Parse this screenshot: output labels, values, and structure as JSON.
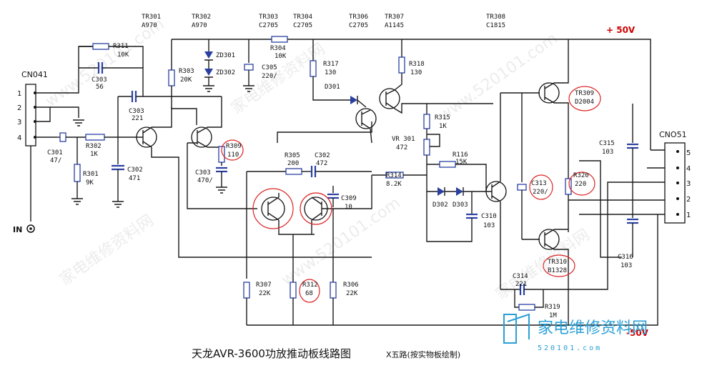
{
  "title": "天龙AVR-3600功放推动板线路图",
  "subtitle": "X五路(按实物板绘制)",
  "power": {
    "positive": "+ 50V",
    "negative": "-50V"
  },
  "connectors": {
    "cn041": {
      "name": "CN041",
      "pins": [
        "1",
        "2",
        "3",
        "4"
      ]
    },
    "cn051": {
      "name": "CNO51",
      "pins": [
        "5",
        "4",
        "3",
        "2",
        "1"
      ]
    }
  },
  "input_label": "IN",
  "transistors": [
    {
      "ref": "TR301",
      "part": "A970"
    },
    {
      "ref": "TR302",
      "part": "A970"
    },
    {
      "ref": "TR303",
      "part": "C2705"
    },
    {
      "ref": "TR304",
      "part": "C2705"
    },
    {
      "ref": "TR306",
      "part": "C2705"
    },
    {
      "ref": "TR307",
      "part": "A1145"
    },
    {
      "ref": "TR308",
      "part": "C1815"
    },
    {
      "ref": "TR309",
      "part": "D2004"
    },
    {
      "ref": "TR310",
      "part": "B1328"
    }
  ],
  "components": {
    "r311": {
      "ref": "R311",
      "val": "10K"
    },
    "c303a": {
      "ref": "C303",
      "val": "56"
    },
    "c303b": {
      "ref": "C303",
      "val": "221"
    },
    "c301": {
      "ref": "C301",
      "val": "47/"
    },
    "r302": {
      "ref": "R302",
      "val": "1K"
    },
    "r301": {
      "ref": "R301",
      "val": "9K"
    },
    "c302a": {
      "ref": "C302",
      "val": "471"
    },
    "r303": {
      "ref": "R303",
      "val": "20K"
    },
    "zd301": {
      "ref": "ZD301"
    },
    "zd302": {
      "ref": "ZD302"
    },
    "c303c": {
      "ref": "C303",
      "val": "470/"
    },
    "r309": {
      "ref": "R309",
      "val": "110"
    },
    "r304": {
      "ref": "R304",
      "val": "10K"
    },
    "c305": {
      "ref": "C305",
      "val": "220/"
    },
    "r317": {
      "ref": "R317",
      "val": "130"
    },
    "d301": {
      "ref": "D301"
    },
    "r318": {
      "ref": "R318",
      "val": "130"
    },
    "r315": {
      "ref": "R315",
      "val": "1K"
    },
    "vr301": {
      "ref": "VR 301",
      "val": "472"
    },
    "r116": {
      "ref": "R116",
      "val": "15K"
    },
    "r305": {
      "ref": "R305",
      "val": "200"
    },
    "c302b": {
      "ref": "C302",
      "val": "472"
    },
    "r314": {
      "ref": "R314",
      "val": "8.2K"
    },
    "c309": {
      "ref": "C309",
      "val": "10"
    },
    "d302": {
      "ref": "D302"
    },
    "d303": {
      "ref": "D303"
    },
    "c310": {
      "ref": "C310",
      "val": "103"
    },
    "c313": {
      "ref": "C313",
      "val": "220/"
    },
    "r320": {
      "ref": "R320",
      "val": "220"
    },
    "c315": {
      "ref": "C315",
      "val": "103"
    },
    "c316": {
      "ref": "C316",
      "val": "103"
    },
    "r307": {
      "ref": "R307",
      "val": "22K"
    },
    "r312": {
      "ref": "R312",
      "val": "68"
    },
    "r306": {
      "ref": "R306",
      "val": "22K"
    },
    "c314": {
      "ref": "C314",
      "val": "221"
    },
    "r319": {
      "ref": "R319",
      "val": "1M"
    }
  },
  "watermark": {
    "brand": "家电维修资料网",
    "site": "520101.com"
  },
  "colors": {
    "wire": "#1a1a1a",
    "part": "#2a40a0",
    "highlight": "#dd2222",
    "power": "#d10000",
    "brand": "#2a9fd6"
  }
}
